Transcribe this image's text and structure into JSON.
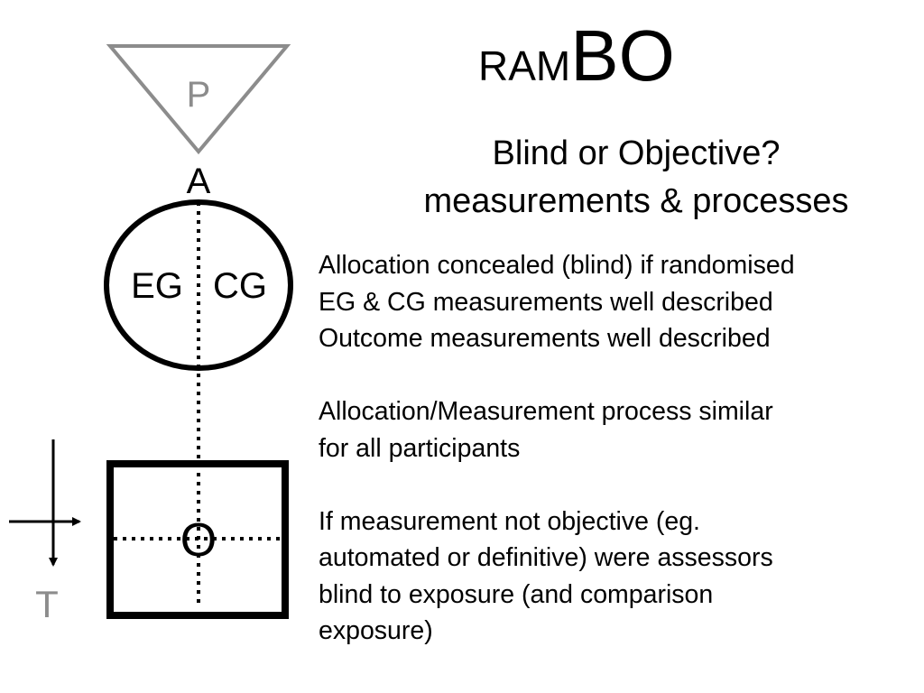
{
  "title": {
    "small_part": "RAM",
    "large_part": "BO"
  },
  "subtitle": {
    "line1": "Blind or Objective?",
    "line2": "measurements & processes"
  },
  "diagram": {
    "population_label": "P",
    "allocation_label": "A",
    "exposure_group_label": "EG",
    "comparison_group_label": "CG",
    "outcome_label": "O",
    "time_label": "T",
    "colors": {
      "primary": "#000000",
      "muted": "#8c8c8c"
    }
  },
  "checklist": {
    "paragraphs": [
      {
        "lines": [
          "Allocation concealed (blind) if randomised",
          "EG & CG measurements well described",
          "Outcome measurements well described"
        ]
      },
      {
        "lines": [
          "Allocation/Measurement process similar",
          "for all participants"
        ]
      },
      {
        "lines": [
          "If measurement not objective (eg.",
          "automated or definitive) were assessors",
          "blind to exposure (and comparison",
          "exposure)"
        ]
      }
    ]
  }
}
